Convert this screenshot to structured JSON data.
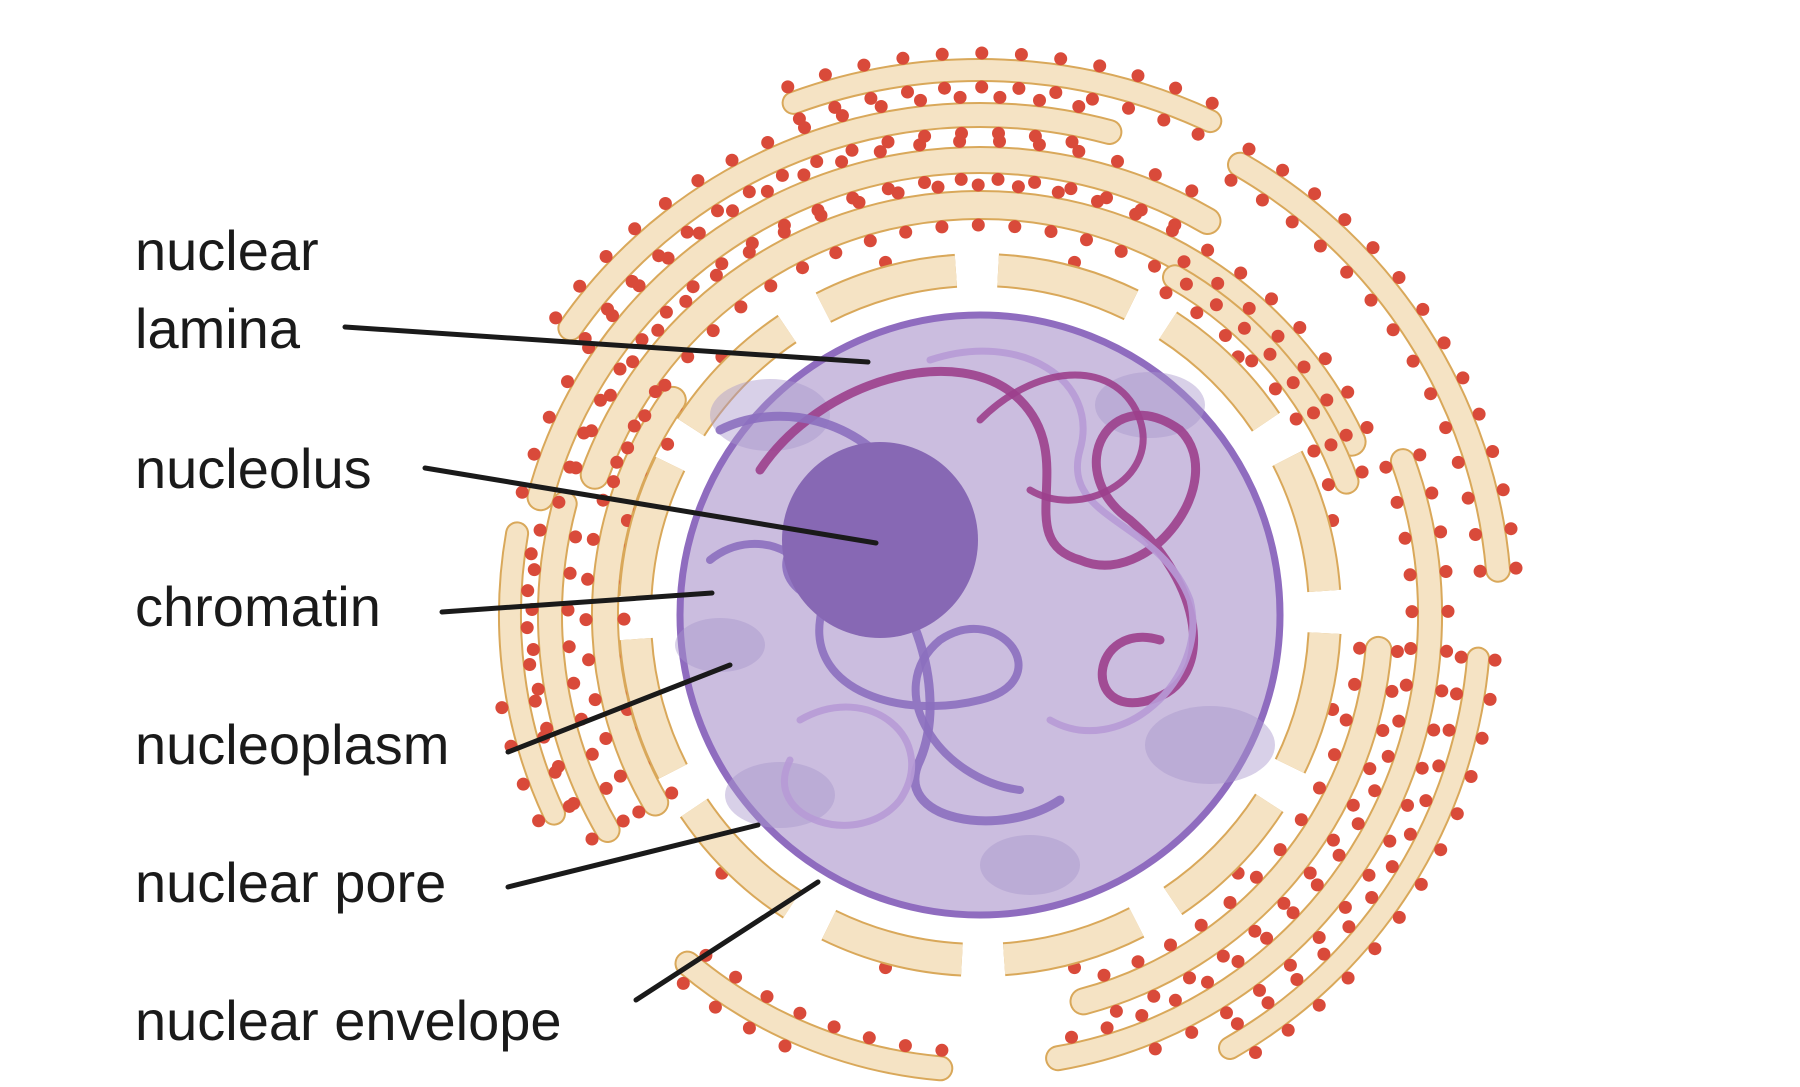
{
  "diagram": {
    "labels": {
      "nuclear_lamina_line1": "nuclear",
      "nuclear_lamina_line2": "lamina",
      "nucleolus": "nucleolus",
      "chromatin": "chromatin",
      "nucleoplasm": "nucleoplasm",
      "nuclear_pore": "nuclear pore",
      "nuclear_envelope": "nuclear envelope"
    },
    "colors": {
      "er_fill": "#f5e3c4",
      "er_stroke": "#d9a85a",
      "ribosome": "#d94a3a",
      "nucleoplasm": "#cbbddf",
      "nucleoplasm_dark": "#a996cc",
      "nuclear_rim": "#8f6cbf",
      "nucleolus": "#8768b4",
      "chromatin_magenta": "#9c3f8c",
      "chromatin_purple": "#8c6fbf",
      "chromatin_light": "#b79ad6",
      "leader_line": "#1a1a1a"
    }
  }
}
